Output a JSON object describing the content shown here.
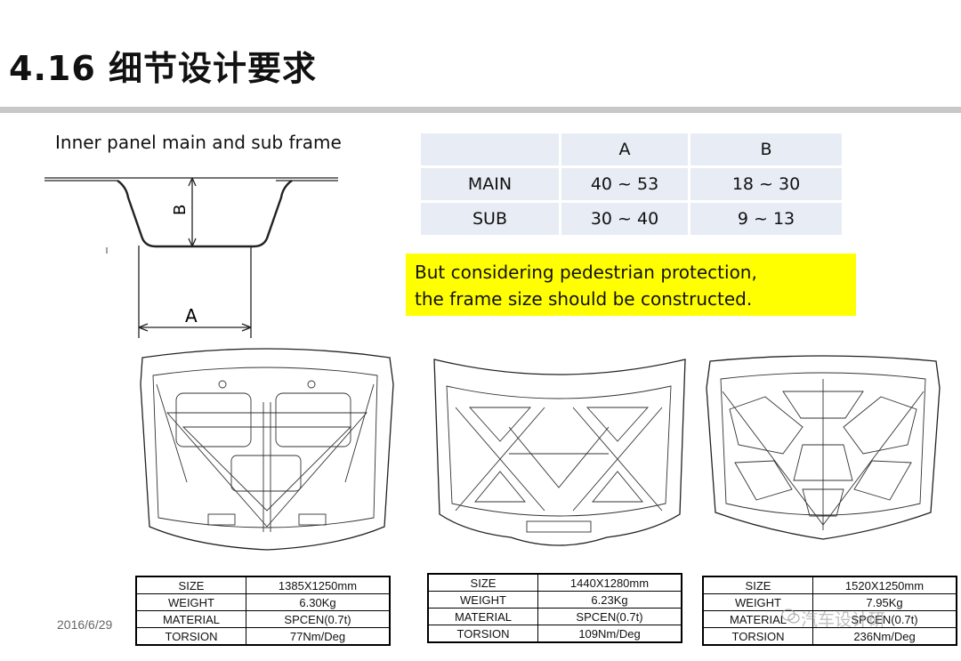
{
  "header": {
    "title": "4.16 细节设计要求"
  },
  "section": {
    "label": "Inner panel main and sub frame"
  },
  "dimension_table": {
    "headers": [
      "",
      "A",
      "B"
    ],
    "rows": [
      {
        "name": "MAIN",
        "a": "40 ~ 53",
        "b": "18 ~ 30"
      },
      {
        "name": "SUB",
        "a": "30 ~ 40",
        "b": "9 ~ 13"
      }
    ]
  },
  "cross_section": {
    "label_a": "A",
    "label_b": "B"
  },
  "note": {
    "line1": "But considering pedestrian protection,",
    "line2": "the frame size should be constructed.",
    "background": "#ffff00"
  },
  "specs": [
    {
      "size": "1385X1250mm",
      "weight": "6.30Kg",
      "material": "SPCEN(0.7t)",
      "torsion": "77Nm/Deg"
    },
    {
      "size": "1440X1280mm",
      "weight": "6.23Kg",
      "material": "SPCEN(0.7t)",
      "torsion": "109Nm/Deg"
    },
    {
      "size": "1520X1250mm",
      "weight": "7.95Kg",
      "material": "SPCEN(0.7t)",
      "torsion": "236Nm/Deg"
    }
  ],
  "spec_labels": {
    "size": "SIZE",
    "weight": "WEIGHT",
    "material": "MATERIAL",
    "torsion": "TORSION"
  },
  "footer": {
    "date": "2016/6/29",
    "watermark": "汽车设计研",
    "watermark_icon": "wechat-icon"
  }
}
